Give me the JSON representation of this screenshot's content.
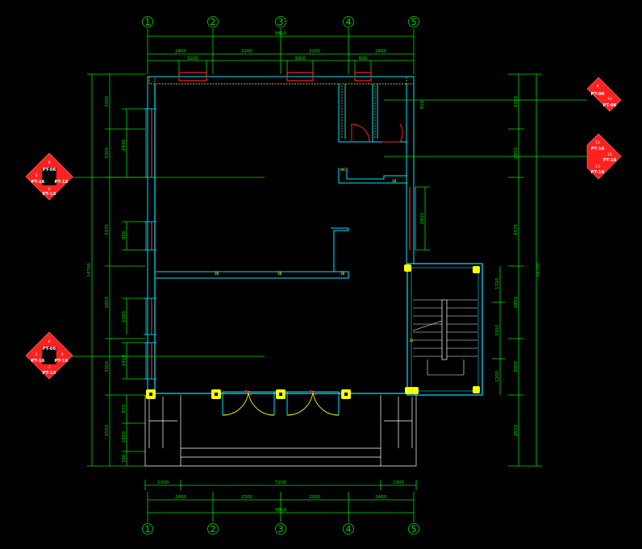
{
  "colors": {
    "background": "#000000",
    "dimension": "#00e000",
    "wall_outline": "#00e5ff",
    "wall_hatch": "#ffff00",
    "window": "#ff2020",
    "door_arc": "#ffff00",
    "column": "#ffff00",
    "structure": "#ffffff",
    "tag_fill": "#ff2020"
  },
  "axes": {
    "top": [
      "1",
      "2",
      "3",
      "4",
      "5"
    ],
    "bottom": [
      "1",
      "2",
      "3",
      "4",
      "5"
    ]
  },
  "dimensions": {
    "top_total": "9810",
    "top_segments": [
      "2400",
      "2200",
      "2200",
      "2400"
    ],
    "top_openings": [
      "3200",
      "3000",
      "600"
    ],
    "bottom_outer": [
      "1300",
      "7200",
      "1300"
    ],
    "bottom_segments": [
      "2400",
      "2200",
      "2200",
      "2400"
    ],
    "bottom_total": "9810",
    "left_total": "14700",
    "left_segments": [
      "3300",
      "3300",
      "3375",
      "2850",
      "3300",
      "2550"
    ],
    "left_sub_upper": [
      "2440",
      "900"
    ],
    "left_sub_lower": [
      "1320",
      "1410"
    ],
    "left_sub_bottom": [
      "870",
      "1600",
      "700"
    ],
    "right_total": "14700",
    "right_segments": [
      "2050",
      "2950",
      "3375",
      "2850",
      "3300",
      "2550"
    ],
    "right_inner_window": "2400",
    "right_stair": [
      "1320",
      "3300",
      "1200"
    ],
    "right_small": "810"
  },
  "tags": {
    "left_upper": [
      "8",
      "PT-06",
      "6",
      "PT-16",
      "PT-16",
      "8",
      "PT-16"
    ],
    "left_lower": [
      "8",
      "PT-06",
      "2",
      "PT-16",
      "4",
      "PT-16",
      "3",
      "PT-16"
    ],
    "right_upper": [
      "8",
      "PT-06",
      "10",
      "PT-06"
    ],
    "right_lower": [
      "11",
      "PT-16",
      "12",
      "PT-16",
      "13",
      "PT-16"
    ]
  },
  "labels": {
    "beam_marks": [
      "3B",
      "3B",
      "3B"
    ],
    "stair_mark": "1B",
    "wall_mark_a": "WC",
    "wall_mark_b": "3B"
  }
}
